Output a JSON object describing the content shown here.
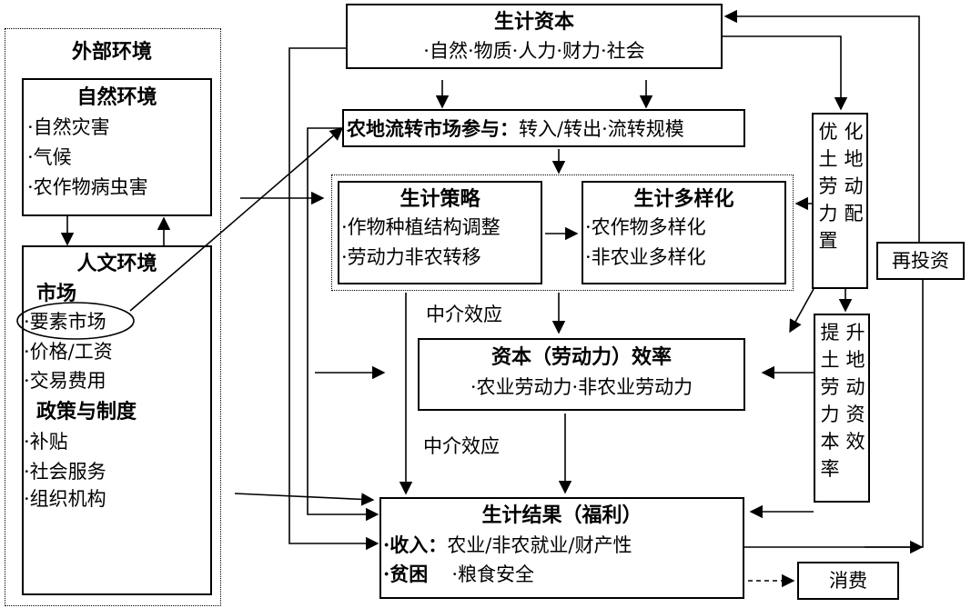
{
  "external_env": {
    "title": "外部环境",
    "natural": {
      "title": "自然环境",
      "items": [
        "·自然灾害",
        "·气候",
        "·农作物病虫害"
      ]
    },
    "human": {
      "title": "人文环境",
      "market_heading": "市场",
      "market_items": [
        "·要素市场",
        "·价格/工资",
        "·交易费用"
      ],
      "policy_heading": "政策与制度",
      "policy_items": [
        "·补贴",
        "·社会服务",
        "·组织机构"
      ]
    }
  },
  "capital": {
    "title": "生计资本",
    "items": "·自然·物质·人力·财力·社会"
  },
  "land_transfer": {
    "title": "农地流转市场参与：",
    "items": "转入/转出·流转规模"
  },
  "strategy": {
    "title": "生计策略",
    "items": [
      "·作物种植结构调整",
      "·劳动力非农转移"
    ]
  },
  "diversification": {
    "title": "生计多样化",
    "items": [
      "·农作物多样化",
      "·非农业多样化"
    ]
  },
  "optimize": {
    "col1": "优土劳力置",
    "col2": "化地动配"
  },
  "improve": {
    "col1": "提土劳力本率",
    "col2": "升地动资效"
  },
  "reinvest": "再投资",
  "mediation_label_1": "中介效应",
  "mediation_label_2": "中介效应",
  "efficiency": {
    "title": "资本（劳动力）效率",
    "items": "·农业劳动力·非农业劳动力"
  },
  "outcome": {
    "title": "生计结果（福利）",
    "income_label": "·收入：",
    "income_items": "农业/非农就业/财产性",
    "poverty_label": "·贫困",
    "poverty_items": "·粮食安全"
  },
  "consumption": "消费"
}
